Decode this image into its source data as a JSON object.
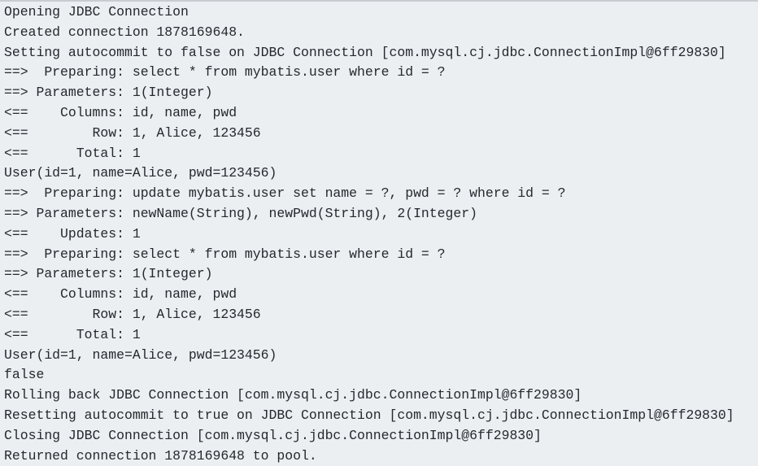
{
  "console": {
    "lines": [
      "Opening JDBC Connection",
      "Created connection 1878169648.",
      "Setting autocommit to false on JDBC Connection [com.mysql.cj.jdbc.ConnectionImpl@6ff29830]",
      "==>  Preparing: select * from mybatis.user where id = ?",
      "==> Parameters: 1(Integer)",
      "<==    Columns: id, name, pwd",
      "<==        Row: 1, Alice, 123456",
      "<==      Total: 1",
      "User(id=1, name=Alice, pwd=123456)",
      "==>  Preparing: update mybatis.user set name = ?, pwd = ? where id = ?",
      "==> Parameters: newName(String), newPwd(String), 2(Integer)",
      "<==    Updates: 1",
      "==>  Preparing: select * from mybatis.user where id = ?",
      "==> Parameters: 1(Integer)",
      "<==    Columns: id, name, pwd",
      "<==        Row: 1, Alice, 123456",
      "<==      Total: 1",
      "User(id=1, name=Alice, pwd=123456)",
      "false",
      "Rolling back JDBC Connection [com.mysql.cj.jdbc.ConnectionImpl@6ff29830]",
      "Resetting autocommit to true on JDBC Connection [com.mysql.cj.jdbc.ConnectionImpl@6ff29830]",
      "Closing JDBC Connection [com.mysql.cj.jdbc.ConnectionImpl@6ff29830]",
      "Returned connection 1878169648 to pool."
    ]
  }
}
